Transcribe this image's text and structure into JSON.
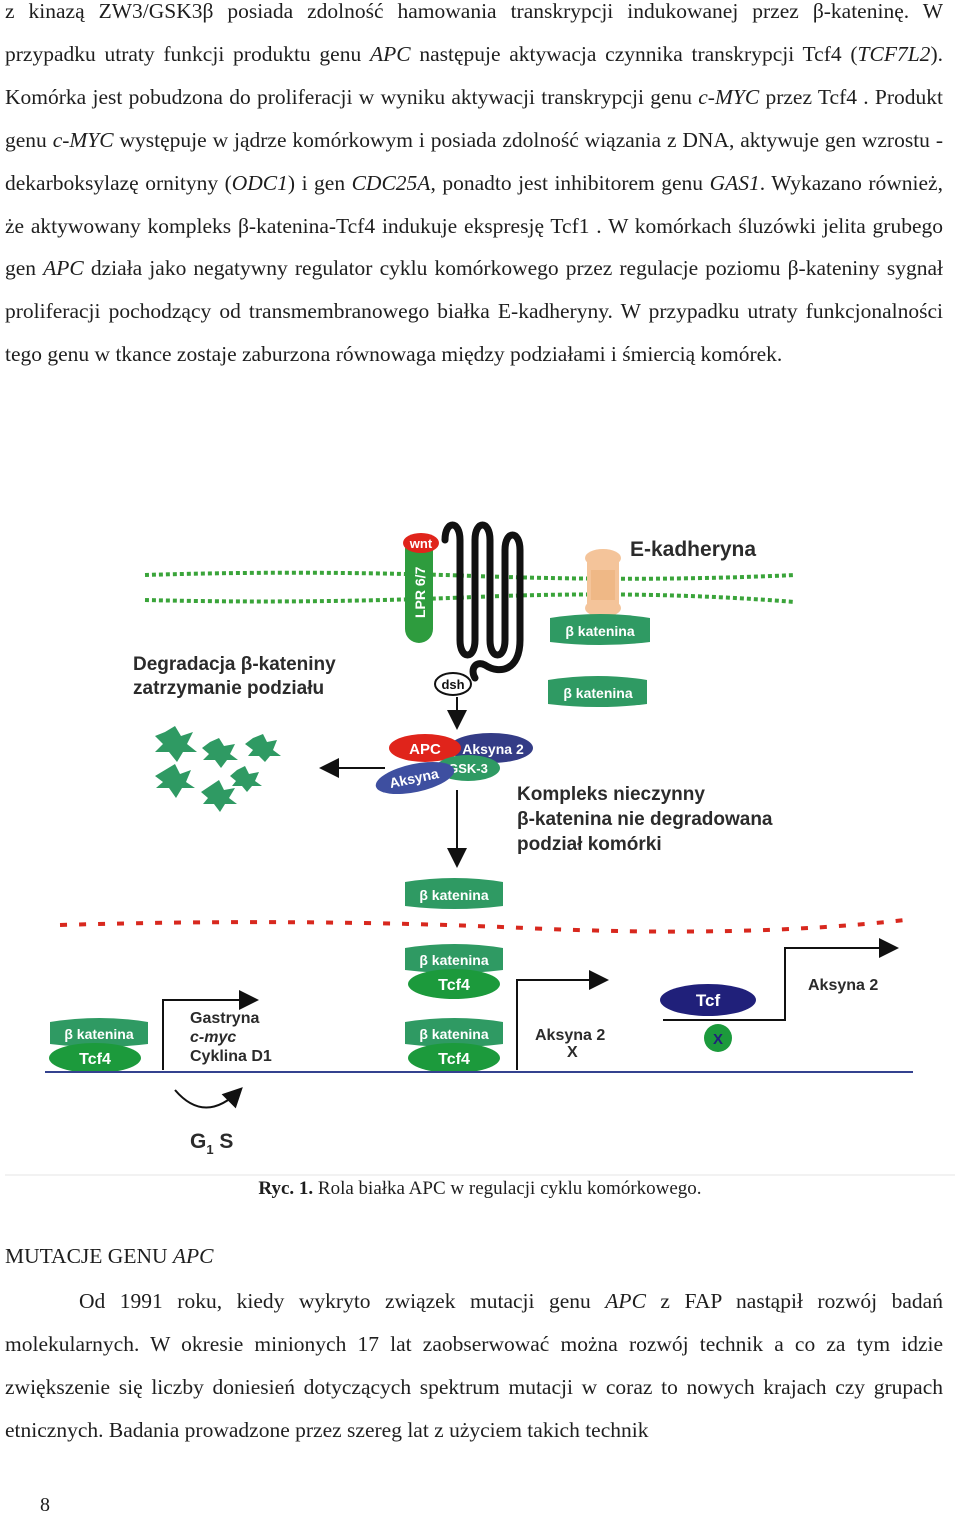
{
  "paragraph1": {
    "s01": "z kinazą ZW3/GSK3β posiada zdolność hamowania transkrypcji indukowanej przez β-kateni­nę. W przypadku utraty funkcji produktu genu ",
    "g01": "APC",
    "s02": " następuje aktywacja czynnika transkryp­cji Tcf4 (",
    "g02": "TCF7L2",
    "s03": "). Komórka jest pobudzona do proliferacji w wyniku aktywacji transkrypcji genu ",
    "g03": "c-MYC",
    "s04": " przez Tcf4 . Produkt genu ",
    "g04": "c-MYC",
    "s05": " występuje w jądrze komórkowym i posiada zdolność wiązania z DNA, aktywuje gen wzrostu - dekarboksylazę ornityny (",
    "g05": "ODC1",
    "s06": ") i gen ",
    "g06": "CDC25A",
    "s07": ", ponadto jest inhibitorem genu ",
    "g07": "GAS1",
    "s08": ". Wykazano również, że aktywowany kompleks β-katenina-Tcf4 indukuje ekspresję Tcf1 . W komórkach śluzówki jelita grubego gen ",
    "g08": "APC",
    "s09": " działa jako negatywny regulator cyklu komórkowego przez regulacje poziomu β-kateniny sy­gnał proliferacji pochodzący od transmembranowego białka E-kadheryny. W przypadku utraty funkcjonalności tego genu w tkance zostaje zaburzona rów­nowaga między podziałami i śmiercią komórek."
  },
  "figure": {
    "wnt": "wnt",
    "lpr": "LPR 6/7",
    "ekadheryna": "E-kadheryna",
    "bkatenina": "β katenina",
    "degradacja_l1": "Degradacja β-kateniny",
    "degradacja_l2": "zatrzymanie podziału",
    "dsh": "dsh",
    "apc": "APC",
    "aksyna2": "Aksyna 2",
    "aksyna": "Aksyna",
    "gsk3": "GSK-3",
    "kompleks_l1": "Kompleks nieczynny",
    "kompleks_l2": "β-katenina nie degradowana",
    "kompleks_l3": "podział komórki",
    "tcf4": "Tcf4",
    "gastryna": "Gastryna",
    "cmyc": "c-myc",
    "cyklina": "Cyklina D1",
    "g1s_g": "G",
    "g1s_sub": "1",
    "g1s_s": " S",
    "aksyna2_x_l1": "Aksyna 2",
    "aksyna2_x_l2": "X",
    "tcf": "Tcf",
    "x": "X",
    "colors": {
      "membrane_green": "#3aa43a",
      "catenin_green": "#2f9a63",
      "tcf4_green": "#1c9a3c",
      "apc_red": "#e0241b",
      "axin_navy": "#343c86",
      "cadherin_peach": "#f4c49a",
      "nucleus_red": "#d8281e"
    }
  },
  "caption": {
    "label": "Ryc. 1.",
    "text": " Rola białka APC w regulacji cyklu komórkowego."
  },
  "section": {
    "title_prefix": "MUTACJE GENU ",
    "title_gene": "APC"
  },
  "paragraph2": {
    "s01": "Od 1991 roku, kiedy wykryto związek mutacji genu ",
    "g01": "APC",
    "s02": " z FAP nastąpił rozwój badań molekularnych. W okresie minionych 17 lat zaobserwować można rozwój technik a co za tym idzie zwiększenie się liczby doniesień dotyczących spektrum mutacji w coraz to nowych kra­jach czy grupach etnicznych. Badania prowadzone przez szereg lat z użyciem takich technik"
  },
  "page_number": "8"
}
